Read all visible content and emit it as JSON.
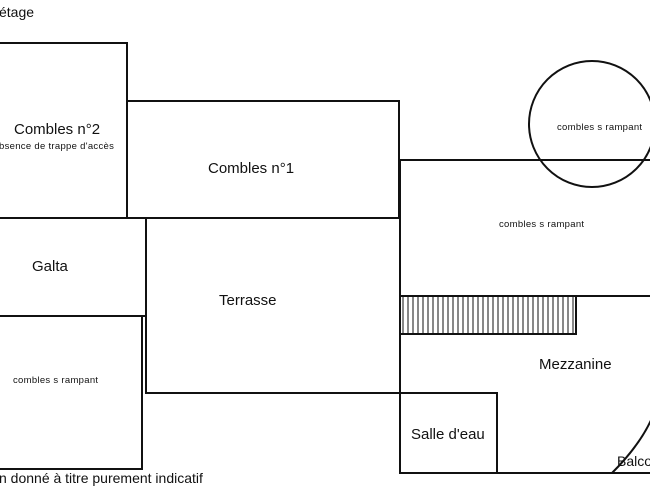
{
  "header": {
    "title": "étage"
  },
  "rooms": {
    "combles_2": {
      "name": "Combles  n°2",
      "note": "bsence de trappe d'accès"
    },
    "combles_1": {
      "name": "Combles  n°1"
    },
    "galta": {
      "name": "Galta"
    },
    "terrasse": {
      "name": "Terrasse"
    },
    "combles_rampant_left": {
      "name": "combles s rampant"
    },
    "combles_rampant_right": {
      "name": "combles s rampant"
    },
    "combles_rampant_circle": {
      "name": "combles s rampant"
    },
    "mezzanine": {
      "name": "Mezzanine"
    },
    "salle_eau": {
      "name": "Salle d'eau"
    },
    "balcon": {
      "name": "Balco"
    }
  },
  "footer": {
    "disclaimer": "n donné à titre purement indicatif"
  },
  "colors": {
    "line": "#111111",
    "background": "#ffffff"
  }
}
